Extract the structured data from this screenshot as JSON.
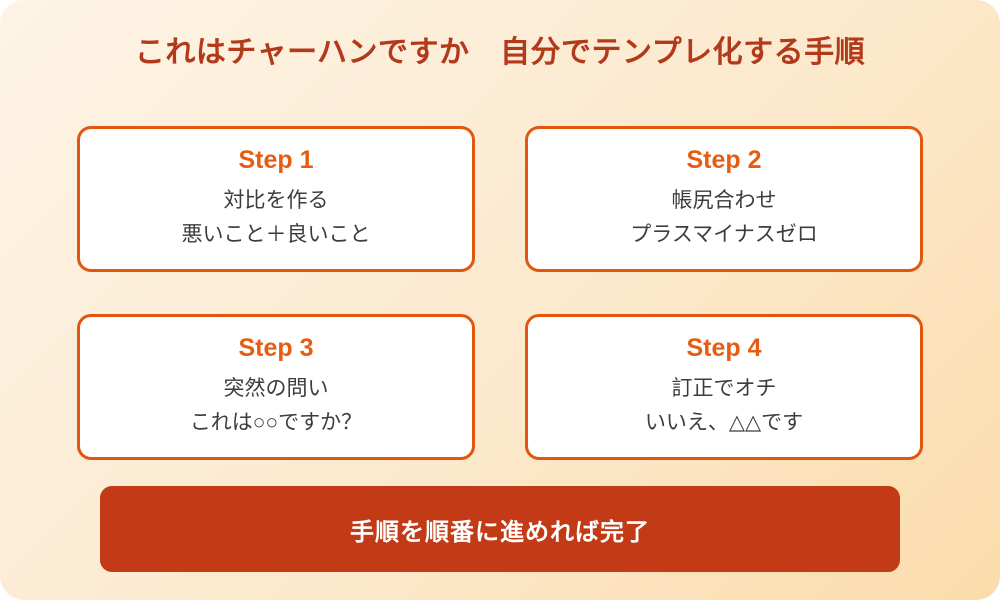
{
  "page": {
    "title": "これはチャーハンですか　自分でテンプレ化する手順"
  },
  "steps": [
    {
      "label": "Step 1",
      "line1": "対比を作る",
      "line2": "悪いこと＋良いこと"
    },
    {
      "label": "Step 2",
      "line1": "帳尻合わせ",
      "line2": "プラスマイナスゼロ"
    },
    {
      "label": "Step 3",
      "line1": "突然の問い",
      "line2": "これは○○ですか？"
    },
    {
      "label": "Step 4",
      "line1": "訂正でオチ",
      "line2": "いいえ、△△です"
    }
  ],
  "footer": {
    "label": "手順を順番に進めれば完了"
  },
  "colors": {
    "title_text": "#b23a1a",
    "step_accent": "#e55d12",
    "card_border": "#e1570f",
    "card_bg": "#ffffff",
    "body_text": "#3d3d3d",
    "banner_bg": "#c23a16",
    "banner_text": "#ffffff",
    "bg_gradient_start": "#fdf4e6",
    "bg_gradient_end": "#fbdcab"
  }
}
